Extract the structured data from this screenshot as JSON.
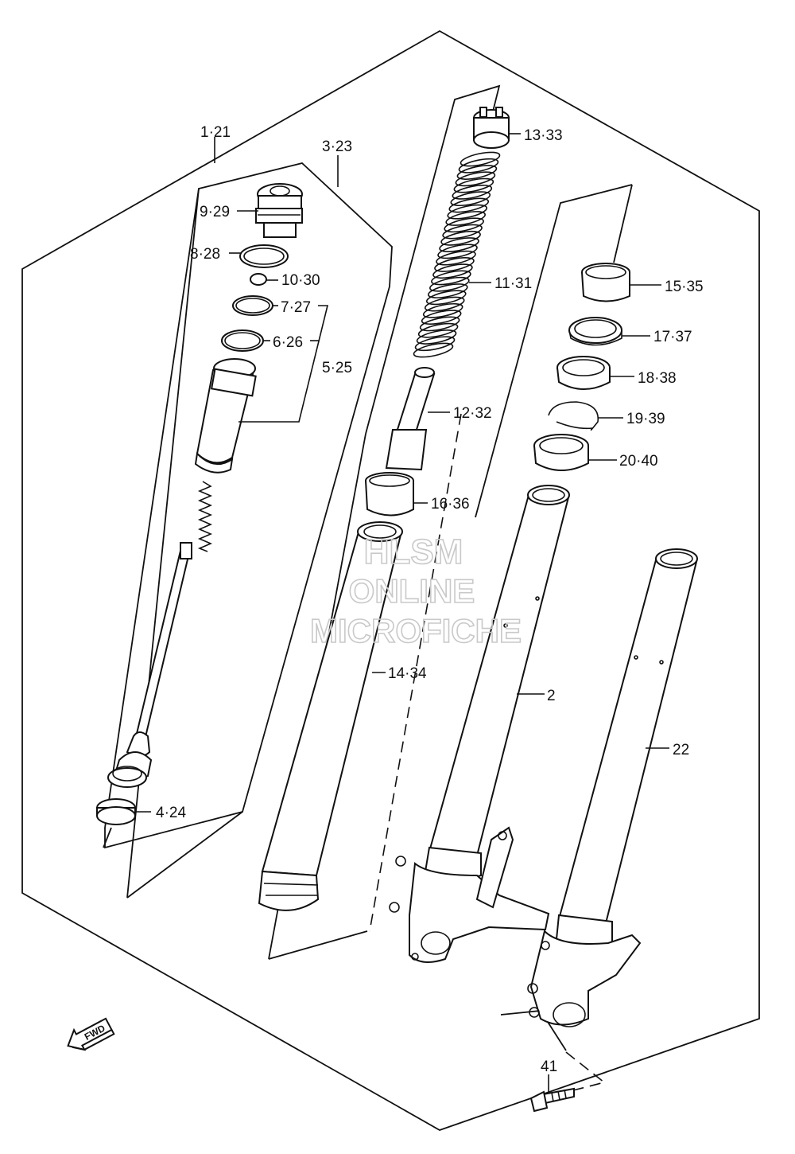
{
  "labels": {
    "l1": "1·21",
    "l3": "3·23",
    "l9": "9·29",
    "l8": "8·28",
    "l10": "10·30",
    "l7": "7·27",
    "l6": "6·26",
    "l5": "5·25",
    "l4": "4·24",
    "l13": "13·33",
    "l11": "11·31",
    "l12": "12·32",
    "l16": "16·36",
    "l14": "14·34",
    "l15": "15·35",
    "l17": "17·37",
    "l18": "18·38",
    "l19": "19·39",
    "l20": "20·40",
    "l2": "2",
    "l22": "22",
    "l41": "41"
  },
  "watermark": {
    "line1": "HLSM",
    "line2": "ONLINE",
    "line3": "MICROFICHE"
  },
  "fwd_badge": "FWD"
}
